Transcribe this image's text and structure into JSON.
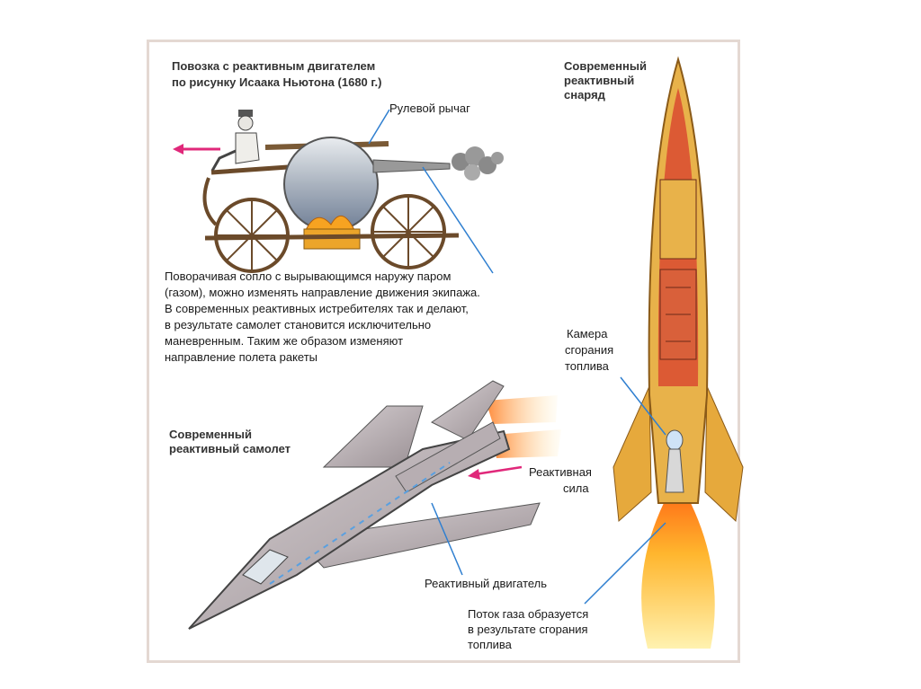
{
  "cart": {
    "title_line1": "Повозка с реактивным двигателем",
    "title_line2": "по рисунку Исаака Ньютона (1680 г.)",
    "steering_label": "Рулевой рычаг",
    "caption_lines": [
      "Поворачивая сопло с вырывающимся наружу паром",
      "(газом),  можно изменять направление движения экипажа.",
      "В современных реактивных истребителях так и делают,",
      "в результате самолет становится исключительно",
      "маневренным. Таким же образом изменяют",
      "направление полета ракеты"
    ]
  },
  "rocket": {
    "title_lines": [
      "Современный",
      "реактивный",
      "снаряд"
    ],
    "chamber_lines": [
      "Камера",
      "сгорания",
      "топлива"
    ],
    "gasflow_lines": [
      "Поток газа образуется",
      "в результате сгорания",
      "топлива"
    ]
  },
  "jet": {
    "title_lines": [
      "Современный",
      "реактивный самолет"
    ],
    "force_lines": [
      "Реактивная",
      "сила"
    ],
    "engine_label": "Реактивный двигатель"
  },
  "colors": {
    "frame_border": "#e4d8d2",
    "rocket_body": "#e8b24a",
    "rocket_interior": "#d94a30",
    "flame": "#f7c23a",
    "jet_body": "#b9b2b6",
    "arrow_pink": "#e0287a",
    "leader_blue": "#2f7fd0"
  }
}
